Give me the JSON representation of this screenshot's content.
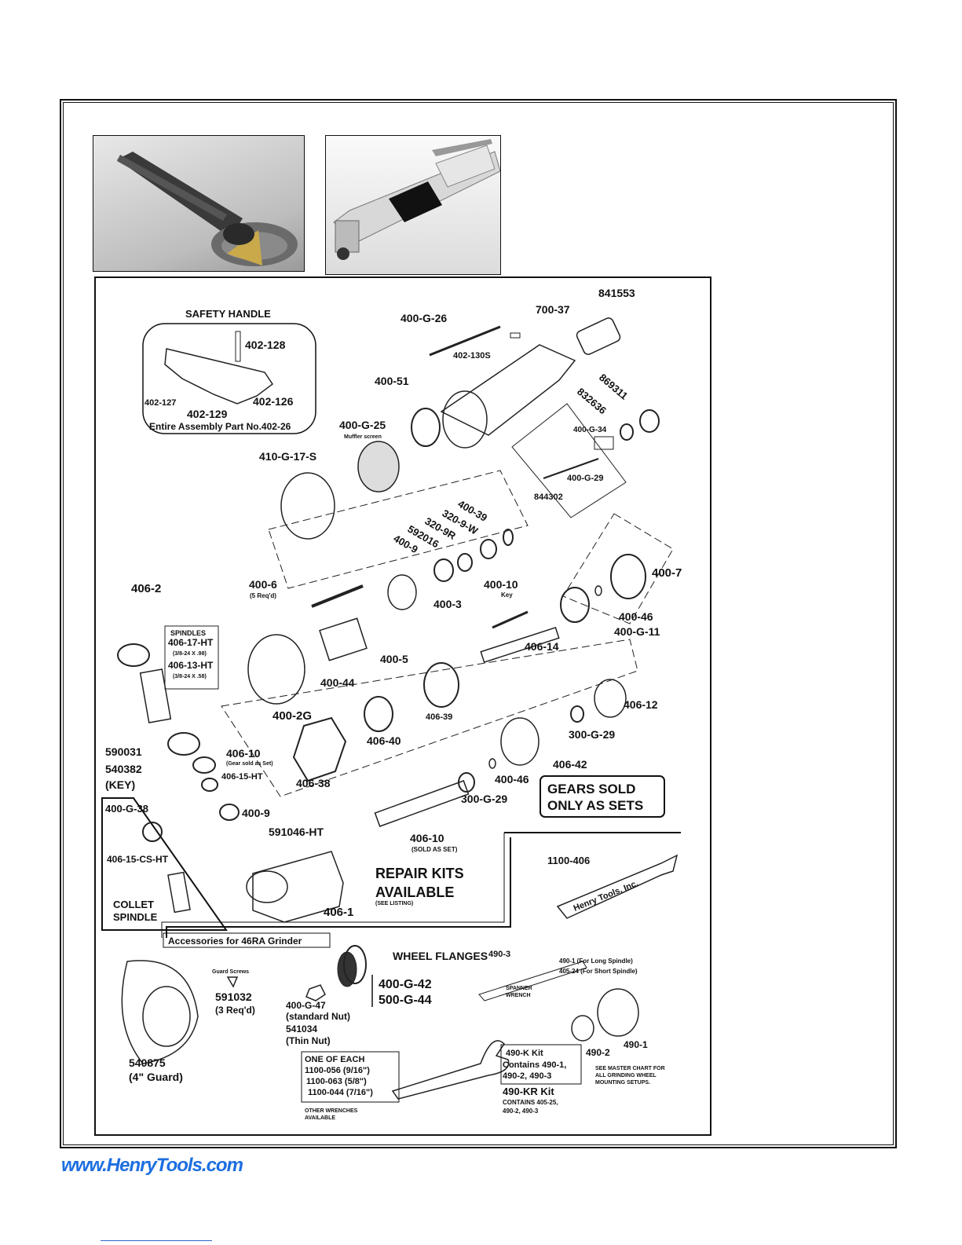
{
  "labels": {
    "safety_handle": "SAFETY HANDLE",
    "p402_128": "402-128",
    "p402_127": "402-127",
    "p402_126": "402-126",
    "p402_129": "402-129",
    "entire_assembly": "Entire Assembly Part No.402-26",
    "p400_G_26": "400-G-26",
    "p700_37": "700-37",
    "p841553": "841553",
    "p402_130S": "402-130S",
    "p400_51": "400-51",
    "p869311": "869311",
    "p832636": "832636",
    "p400_G_25": "400-G-25",
    "muffler_screen": "Muffler screen",
    "p400_G_34": "400-G-34",
    "p410_G_17_S": "410-G-17-S",
    "p400_G_29a": "400-G-29",
    "p844302": "844302",
    "p400_39": "400-39",
    "p320_9_W": "320-9-W",
    "p320_9R": "320-9R",
    "p592016": "592016",
    "p400_9a": "400-9",
    "p406_2": "406-2",
    "p400_6": "400-6",
    "req5": "(5 Req'd)",
    "p400_3": "400-3",
    "p400_10": "400-10",
    "key_small": "Key",
    "p400_7": "400-7",
    "p400_46a": "400-46",
    "p400_G_11": "400-G-11",
    "spindles": "SPINDLES",
    "p406_17_HT": "406-17-HT",
    "spec1": "(3/8-24 X .98)",
    "p406_13_HT": "406-13-HT",
    "spec2": "(3/8-24 X .58)",
    "p400_5": "400-5",
    "p406_14": "406-14",
    "p400_44": "400-44",
    "p400_2G": "400-2G",
    "p406_39": "406-39",
    "p406_12": "406-12",
    "p590031": "590031",
    "p406_10a": "406-10",
    "gear_sold": "(Gear sold as Set)",
    "p540382": "540382",
    "key_label": "(KEY)",
    "p406_40": "406-40",
    "p300_G_29a": "300-G-29",
    "p406_15_HT": "406-15-HT",
    "p406_38": "406-38",
    "p406_42": "406-42",
    "p400_46b": "400-46",
    "p300_G_29b": "300-G-29",
    "gears_sold_1": "GEARS SOLD",
    "gears_sold_2": "ONLY AS SETS",
    "p400_G_38": "400-G-38",
    "p400_9b": "400-9",
    "p591046_HT": "591046-HT",
    "p406_10b": "406-10",
    "sold_as_set": "(SOLD AS SET)",
    "p406_15_CS_HT": "406-15-CS-HT",
    "p1100_406": "1100-406",
    "henry_tools": "Henry Tools, Inc.",
    "repair_1": "REPAIR KITS",
    "repair_2": "AVAILABLE",
    "see_listing": "(SEE LISTING)",
    "collet_1": "COLLET",
    "collet_2": "SPINDLE",
    "p406_1": "406-1",
    "accessories": "Accessories for 46RA Grinder",
    "guard_screws": "Guard Screws",
    "p591032": "591032",
    "req3": "(3 Req'd)",
    "wheel_flanges": "WHEEL FLANGES",
    "p400_G_42": "400-G-42",
    "p500_G_44": "500-G-44",
    "p400_G_47": "400-G-47",
    "standard_nut": "(standard Nut)",
    "p541034": "541034",
    "thin_nut": "(Thin Nut)",
    "p490_3": "490-3",
    "spanner_1": "SPANNER",
    "spanner_2": "WRENCH",
    "p490_1_long": "490-1 (For Long Spindle)",
    "p405_24_short": "405-24 (For Short Spindle)",
    "p540875": "540875",
    "guard_4": "(4\" Guard)",
    "one_of_each": "ONE OF EACH",
    "w1": "1100-056 (9/16\")",
    "w2": "1100-063 (5/8\")",
    "w3": "1100-044 (7/16\")",
    "other_1": "OTHER WRENCHES",
    "other_2": "AVAILABLE",
    "k490_K": "490-K Kit",
    "k490_K_c1": "Contains 490-1,",
    "k490_K_c2": "490-2, 490-3",
    "p490_2": "490-2",
    "p490_1": "490-1",
    "k490_KR": "490-KR Kit",
    "k490_KR_c1": "CONTAINS 405-25,",
    "k490_KR_c2": "490-2, 490-3",
    "master_1": "SEE MASTER CHART FOR",
    "master_2": "ALL GRINDING WHEEL",
    "master_3": "MOUNTING SETUPS."
  },
  "footer": {
    "url": "www.HenryTools.com"
  },
  "colors": {
    "footer_link": "#1d6fe0"
  }
}
